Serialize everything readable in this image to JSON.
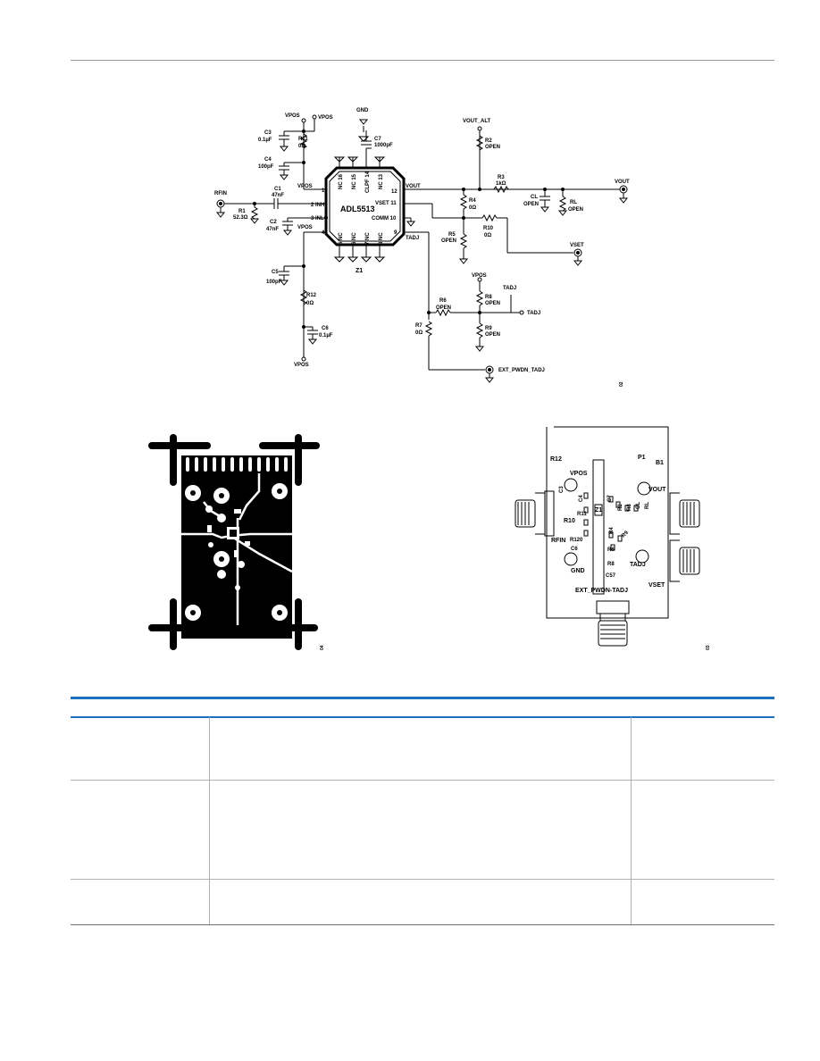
{
  "schematic": {
    "labels": {
      "vpos_top": "VPOS",
      "vpos_net": "VPOS",
      "gnd": "GND",
      "vout_alt": "VOUT_ALT",
      "vout_out": "VOUT",
      "rfin": "RFIN",
      "vset": "VSET",
      "tadj_pin": "TADJ",
      "tadj_net": "TADJ",
      "tadj_top": "TADJ",
      "ext_pwdn": "EXT_PWDN_TADJ",
      "vpos_pin1": "VPOS",
      "vpos_pin4": "VPOS",
      "vpos_bottom": "VPOS",
      "vpos_mid": "VPOS",
      "ic_name": "ADL5513",
      "ic_ref": "Z1",
      "vout_pin": "VOUT",
      "vset_pin": "VSET 11",
      "comm_pin": "COMM 10",
      "pin12": "12",
      "pin9": "9",
      "inhi": "2 INHI",
      "inlo": "3 INLO",
      "pin1": "1",
      "pin4": "4",
      "top_pins": [
        "NC 16",
        "NC 15",
        "CLPF 14",
        "NC 13"
      ],
      "bot_pins": [
        "5 NC",
        "6 NC",
        "7 NC",
        "8 NC"
      ]
    },
    "components": {
      "c3": [
        "C3",
        "0.1µF"
      ],
      "r11": [
        "R11",
        "0Ω"
      ],
      "c4": [
        "C4",
        "100pF"
      ],
      "c7": [
        "C7",
        "1000pF"
      ],
      "c1": [
        "C1",
        "47nF"
      ],
      "r1": [
        "R1",
        "52.3Ω"
      ],
      "c2": [
        "C2",
        "47nF"
      ],
      "c5": [
        "C5",
        "100pF"
      ],
      "r12": [
        "R12",
        "0Ω"
      ],
      "c6": [
        "C6",
        "0.1µF"
      ],
      "r2": [
        "R2",
        "OPEN"
      ],
      "r3": [
        "R3",
        "1kΩ"
      ],
      "cl": [
        "CL",
        "OPEN"
      ],
      "rl": [
        "RL",
        "OPEN"
      ],
      "r4": [
        "R4",
        "0Ω"
      ],
      "r5": [
        "R5",
        "OPEN"
      ],
      "r10": [
        "R10",
        "0Ω"
      ],
      "r6": [
        "R6",
        "OPEN"
      ],
      "r8": [
        "R8",
        "OPEN"
      ],
      "r9": [
        "R9",
        "OPEN"
      ],
      "r7": [
        "R7",
        "0Ω"
      ]
    },
    "figure_code": "02"
  },
  "layout_fig": {
    "figure_code": "04"
  },
  "silkscreen": {
    "labels": {
      "r12": "R12",
      "p1": "P1",
      "b1": "B1",
      "vpos": "VPOS",
      "vout": "VOUT",
      "rfin": "RFIN",
      "gnd": "GND",
      "tadj": "TADJ",
      "vset": "VSET",
      "ext": "EXT_PWDN-TADJ",
      "z1": "Z1",
      "c3": "C3",
      "r11": "R11",
      "c4": "C4",
      "r10": "R10",
      "r120": "R120",
      "c6": "C6",
      "c7": "C7",
      "r2": "R2",
      "rl": "RL",
      "cl": "CL",
      "r3": "R3",
      "r9": "R9",
      "r6": "R6",
      "r8": "R8",
      "c57": "C57",
      "r4": "R4"
    },
    "figure_code": "03"
  },
  "colors": {
    "accent": "#1e6fbf",
    "rule": "#9a9a9a"
  }
}
